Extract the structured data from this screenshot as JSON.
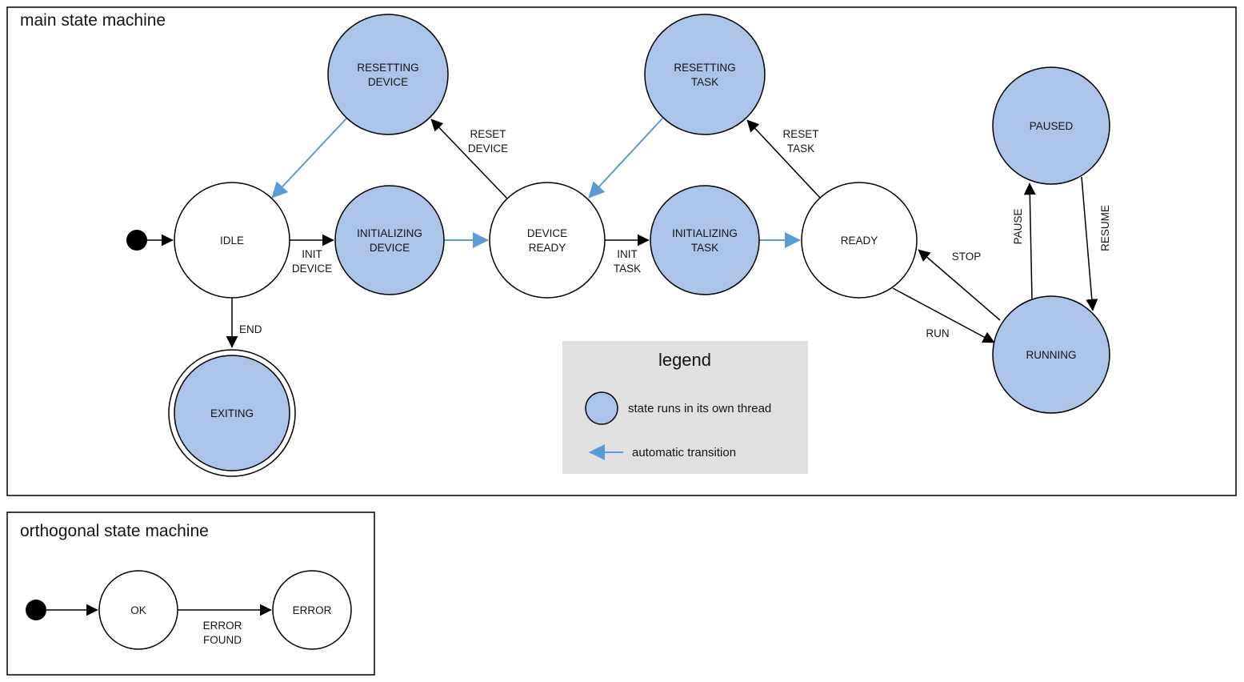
{
  "colors": {
    "thread_fill": "#abc4e8",
    "auto_arrow": "#5b9bd5",
    "legend_bg": "#e0e0e0",
    "stroke": "#000000"
  },
  "main": {
    "title": "main state machine",
    "states": {
      "idle": "IDLE",
      "resetting_device": {
        "line1": "RESETTING",
        "line2": "DEVICE"
      },
      "initializing_device": {
        "line1": "INITIALIZING",
        "line2": "DEVICE"
      },
      "device_ready": {
        "line1": "DEVICE",
        "line2": "READY"
      },
      "resetting_task": {
        "line1": "RESETTING",
        "line2": "TASK"
      },
      "initializing_task": {
        "line1": "INITIALIZING",
        "line2": "TASK"
      },
      "ready": "READY",
      "paused": "PAUSED",
      "running": "RUNNING",
      "exiting": "EXITING"
    },
    "edges": {
      "init_device": {
        "line1": "INIT",
        "line2": "DEVICE"
      },
      "reset_device": {
        "line1": "RESET",
        "line2": "DEVICE"
      },
      "init_task": {
        "line1": "INIT",
        "line2": "TASK"
      },
      "reset_task": {
        "line1": "RESET",
        "line2": "TASK"
      },
      "end": "END",
      "run": "RUN",
      "stop": "STOP",
      "pause": "PAUSE",
      "resume": "RESUME"
    }
  },
  "legend": {
    "title": "legend",
    "thread_label": "state runs in its own thread",
    "auto_label": "automatic transition"
  },
  "orthogonal": {
    "title": "orthogonal state machine",
    "states": {
      "ok": "OK",
      "error": "ERROR"
    },
    "edges": {
      "error_found": {
        "line1": "ERROR",
        "line2": "FOUND"
      }
    }
  }
}
